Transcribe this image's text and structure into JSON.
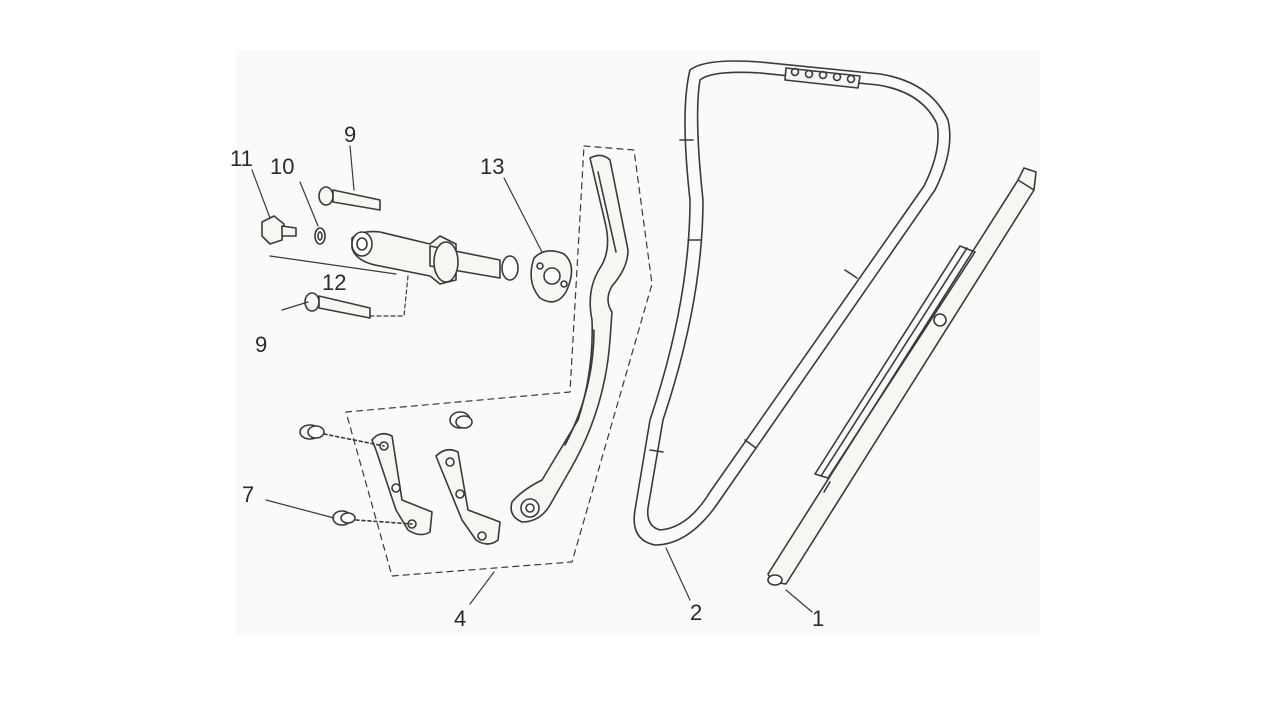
{
  "diagram": {
    "callouts": {
      "c1": "1",
      "c2": "2",
      "c4": "4",
      "c7": "7",
      "c9_top": "9",
      "c9_bottom": "9",
      "c10": "10",
      "c11": "11",
      "c12": "12",
      "c13": "13"
    },
    "colors": {
      "line": "#3a3a3a",
      "fill": "#f7f6f3",
      "background": "#fbfaf8"
    }
  }
}
